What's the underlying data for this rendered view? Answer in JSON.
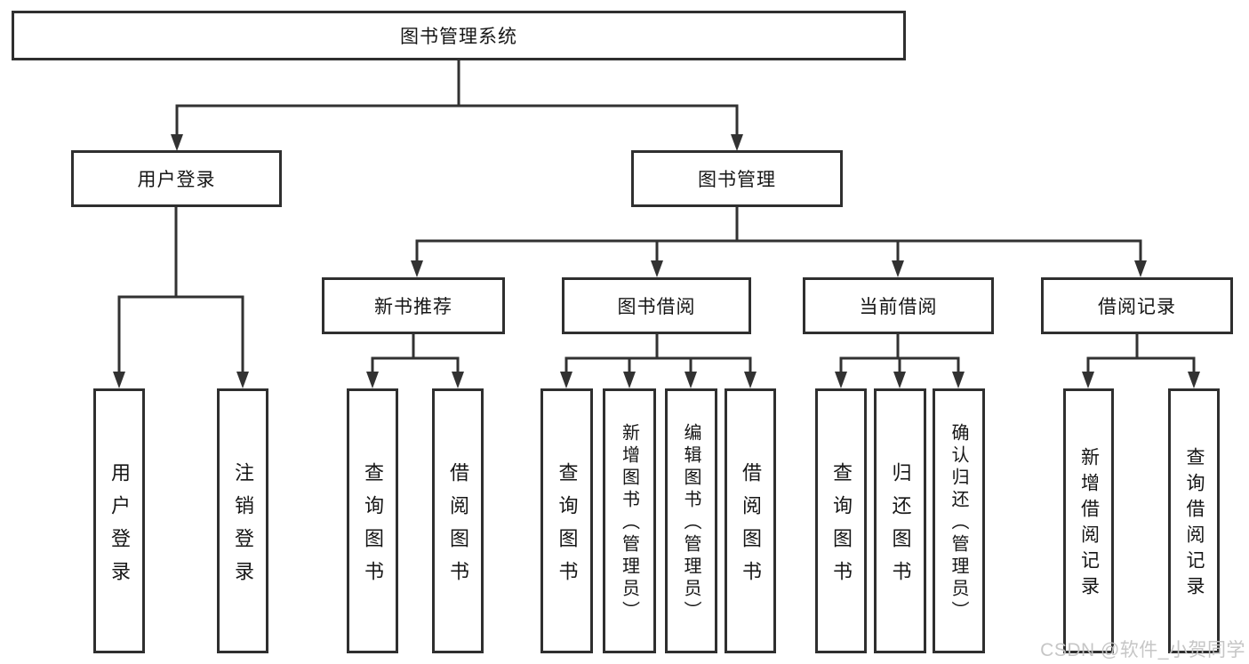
{
  "diagram": {
    "root": {
      "label": "图书管理系统"
    },
    "branches": {
      "user_login": {
        "label": "用户登录",
        "children": [
          "用户登录",
          "注销登录"
        ]
      },
      "book_management": {
        "label": "图书管理",
        "sections": {
          "new_book_recommend": {
            "label": "新书推荐",
            "children": [
              "查询图书",
              "借阅图书"
            ]
          },
          "book_borrow": {
            "label": "图书借阅",
            "children": [
              "查询图书",
              "新增图书（管理员）",
              "编辑图书（管理员）",
              "借阅图书"
            ]
          },
          "current_borrow": {
            "label": "当前借阅",
            "children": [
              "查询图书",
              "归还图书",
              "确认归还（管理员）"
            ]
          },
          "borrow_record": {
            "label": "借阅记录",
            "children": [
              "新增借阅记录",
              "查询借阅记录"
            ]
          }
        }
      }
    },
    "watermark": "CSDN @软件_小贺同学",
    "colors": {
      "line": "#323232",
      "text": "#161616",
      "watermark": "#c3c3c3",
      "background": "#ffffff"
    }
  }
}
